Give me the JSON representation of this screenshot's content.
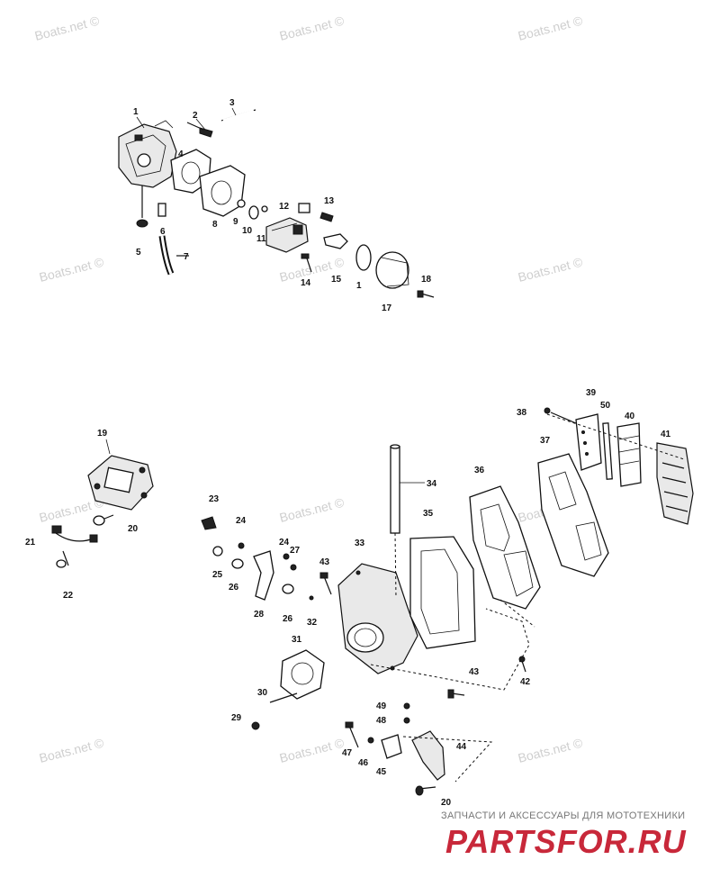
{
  "watermark": "Boats.net ©",
  "callouts": {
    "c1": "1",
    "c2": "2",
    "c3": "3",
    "c4": "4",
    "c5": "5",
    "c6": "6",
    "c7": "7",
    "c8": "8",
    "c9": "9",
    "c10": "10",
    "c11": "11",
    "c12": "12",
    "c13": "13",
    "c14": "14",
    "c15": "15",
    "c16": "1",
    "c17": "17",
    "c18": "18",
    "c19": "19",
    "c20a": "20",
    "c20b": "20",
    "c21": "21",
    "c22": "22",
    "c23": "23",
    "c24a": "24",
    "c24b": "24",
    "c25": "25",
    "c26a": "26",
    "c26b": "26",
    "c27": "27",
    "c28": "28",
    "c29": "29",
    "c30": "30",
    "c31": "31",
    "c32": "32",
    "c33": "33",
    "c34": "34",
    "c35": "35",
    "c36": "36",
    "c37": "37",
    "c38": "38",
    "c39": "39",
    "c40": "40",
    "c41": "41",
    "c42": "42",
    "c43a": "43",
    "c43b": "43",
    "c44": "44",
    "c45": "45",
    "c46": "46",
    "c47": "47",
    "c48": "48",
    "c49": "49",
    "c50": "50"
  },
  "footer": {
    "tagline": "ЗАПЧАСТИ И АКСЕССУАРЫ ДЛЯ МОТОТЕХНИКИ",
    "logo": "PARTSFOR.RU"
  },
  "colors": {
    "logo": "#c8283a",
    "watermark": "#cfcfcf",
    "ink": "#111111"
  }
}
